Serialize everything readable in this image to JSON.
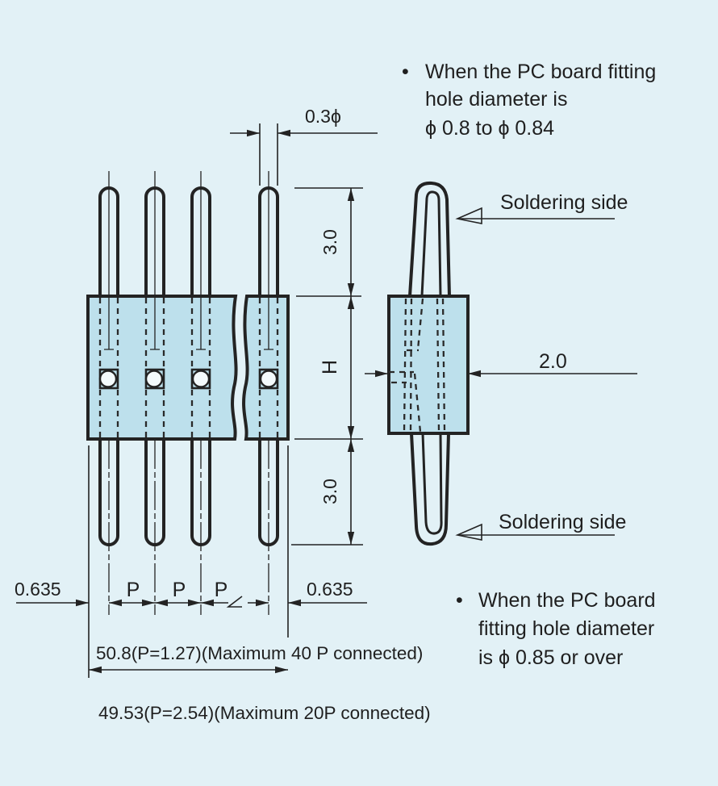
{
  "notes": {
    "top_right": {
      "bullet": "•",
      "line1": "When the PC board fitting",
      "line2": "hole diameter is",
      "line3": "ϕ 0.8 to ϕ 0.84"
    },
    "bottom_right": {
      "bullet": "•",
      "line1": "When the PC board",
      "line2": "fitting hole diameter",
      "line3": "is  ϕ 0.85 or over"
    }
  },
  "labels": {
    "soldering_side_top": "Soldering side",
    "soldering_side_bottom": "Soldering side",
    "pin_diameter": "0.3ϕ",
    "top_pin_length": "3.0",
    "body_height": "H",
    "bottom_pin_length": "3.0",
    "body_thickness": "2.0",
    "left_end_margin": "0.635",
    "right_end_margin": "0.635",
    "pitch1": "P",
    "pitch2": "P",
    "pitch3": "P",
    "total_length_p127": "50.8(P=1.27)(Maximum 40 P connected)",
    "total_length_p254": "49.53(P=2.54)(Maximum 20P connected)"
  },
  "colors": {
    "background": "#e2f1f6",
    "body_fill": "#bde0ec",
    "line": "#232323"
  }
}
